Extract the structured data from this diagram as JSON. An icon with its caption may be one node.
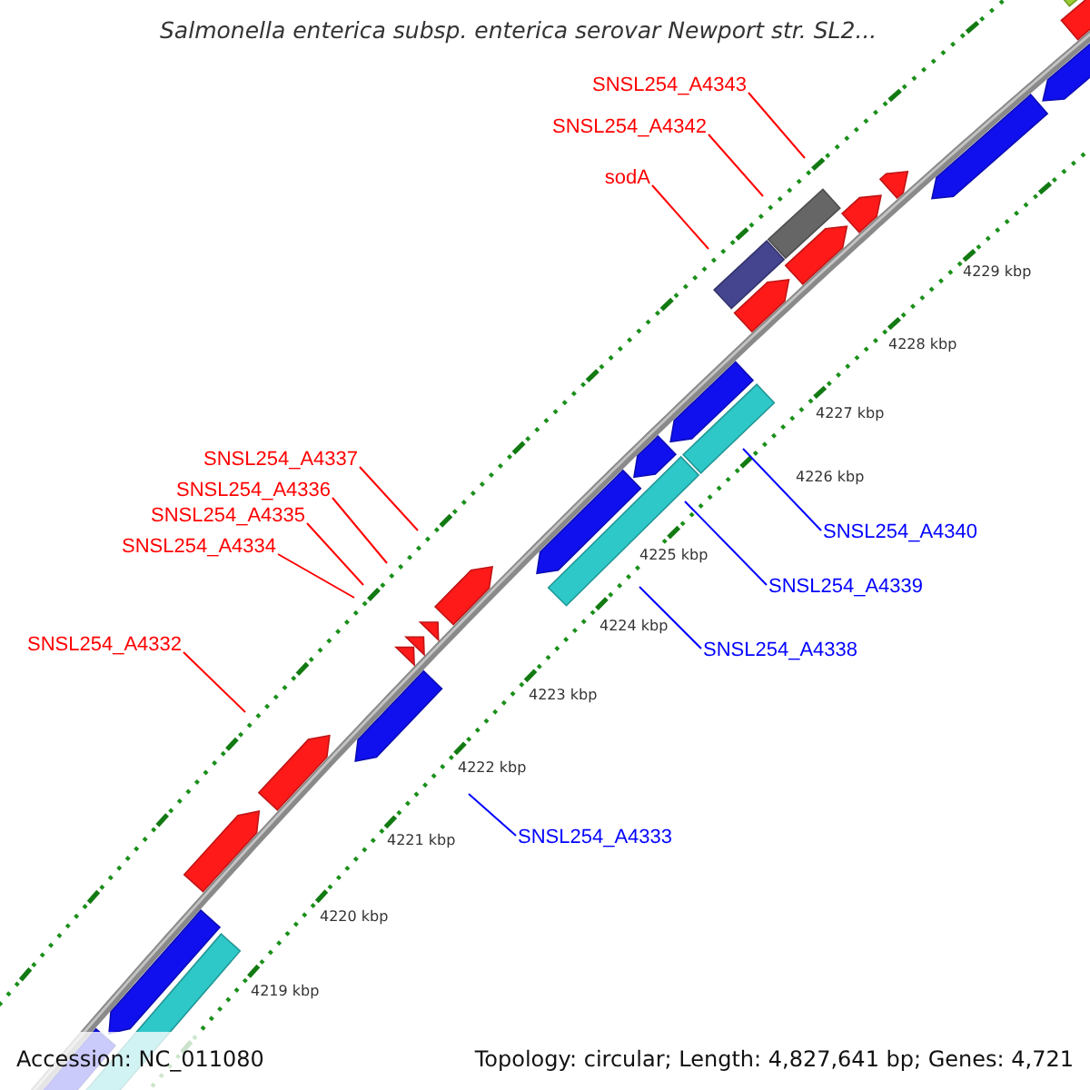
{
  "diagram": {
    "title": "Salmonella enterica subsp. enterica serovar Newport str. SL2...",
    "nodes": [
      {
        "text": [
          "SNSL254_A4343"
        ]
      },
      {
        "text": [
          "SNSL254_A4342"
        ]
      },
      {
        "text": [
          "sodA"
        ]
      },
      {
        "text": [
          "SNSL254_A4337"
        ]
      },
      {
        "text": [
          "SNSL254_A4336"
        ]
      },
      {
        "text": [
          "SNSL254_A4335"
        ]
      },
      {
        "text": [
          "SNSL254_A4340"
        ]
      },
      {
        "text": [
          "SNSL254_A4334"
        ]
      },
      {
        "text": [
          "SNSL254_A4339"
        ]
      },
      {
        "text": [
          "SNSL254_A4332"
        ]
      },
      {
        "text": [
          "SNSL254_A4338"
        ]
      },
      {
        "text": [
          "SNSL254_A4333"
        ]
      }
    ],
    "edges": [
      {
        "from": 0,
        "to": null,
        "arrow": "none"
      },
      {
        "from": 1,
        "to": null,
        "arrow": "none"
      },
      {
        "from": 2,
        "to": null,
        "arrow": "none"
      },
      {
        "from": 3,
        "to": null,
        "arrow": "none"
      },
      {
        "from": 4,
        "to": null,
        "arrow": "none"
      },
      {
        "from": 5,
        "to": null,
        "arrow": "none"
      },
      {
        "from": 6,
        "to": null,
        "arrow": "none",
        "color": "#0000ff"
      },
      {
        "from": 7,
        "to": null,
        "arrow": "none"
      },
      {
        "from": 8,
        "to": null,
        "arrow": "none",
        "color": "#0000ff"
      },
      {
        "from": 9,
        "to": null,
        "arrow": "none"
      },
      {
        "from": 10,
        "to": null,
        "arrow": "none",
        "color": "#0000ff"
      },
      {
        "from": 11,
        "to": null,
        "arrow": "none",
        "color": "#0000ff"
      }
    ],
    "labels": [
      "4229 kbp",
      "4228 kbp",
      "4227 kbp",
      "4226 kbp",
      "4225 kbp",
      "4224 kbp",
      "4223 kbp",
      "4222 kbp",
      "4221 kbp",
      "4220 kbp",
      "4219 kbp",
      "Accession: NC_011080",
      "Topology: circular; Length: 4,827,641 bp; Genes: 4,721"
    ]
  }
}
